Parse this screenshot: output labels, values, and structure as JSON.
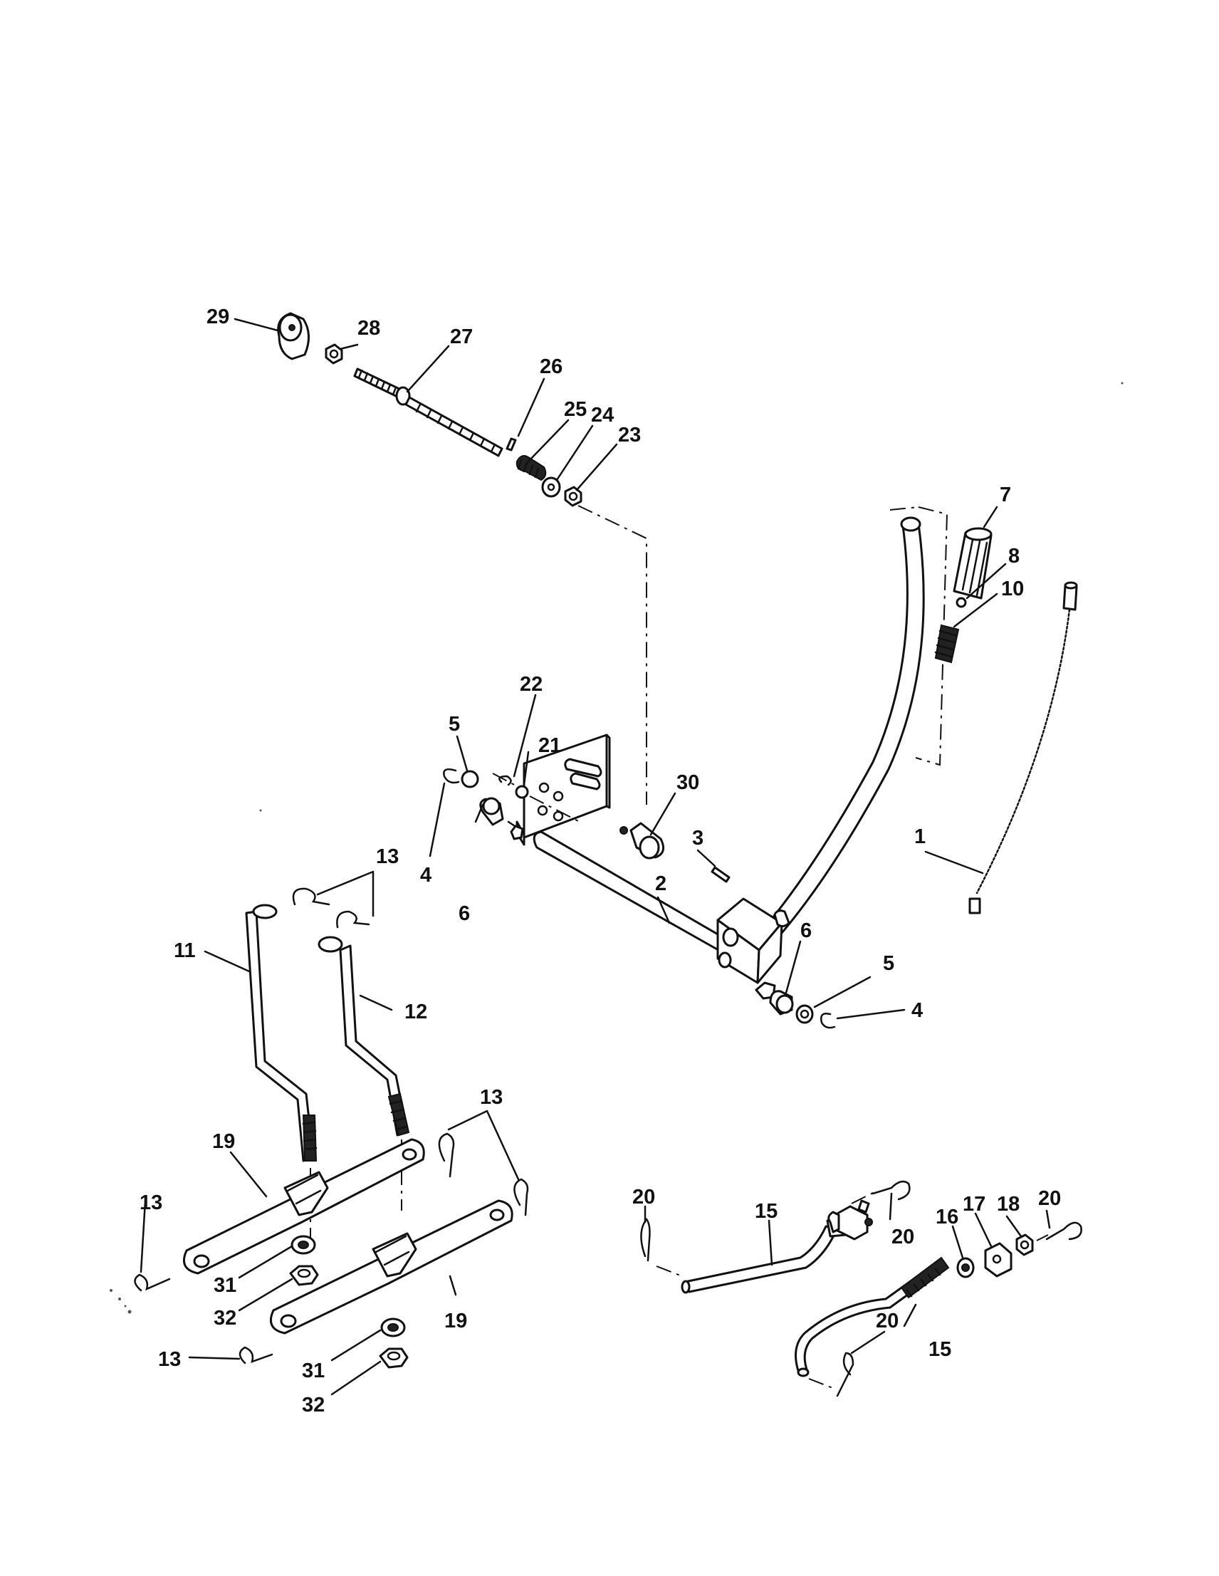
{
  "callouts": [
    {
      "key": "c29a",
      "text": "29"
    },
    {
      "key": "c28",
      "text": "28"
    },
    {
      "key": "c27",
      "text": "27"
    },
    {
      "key": "c26",
      "text": "26"
    },
    {
      "key": "c25",
      "text": "25"
    },
    {
      "key": "c24",
      "text": "24"
    },
    {
      "key": "c23",
      "text": "23"
    },
    {
      "key": "c7",
      "text": "7"
    },
    {
      "key": "c8",
      "text": "8"
    },
    {
      "key": "c10",
      "text": "10"
    },
    {
      "key": "c22",
      "text": "22"
    },
    {
      "key": "c21",
      "text": "21"
    },
    {
      "key": "c5a",
      "text": "5"
    },
    {
      "key": "c30",
      "text": "30"
    },
    {
      "key": "c3",
      "text": "3"
    },
    {
      "key": "c1",
      "text": "1"
    },
    {
      "key": "c13a",
      "text": "13"
    },
    {
      "key": "c4a",
      "text": "4"
    },
    {
      "key": "c6a",
      "text": "6"
    },
    {
      "key": "c2",
      "text": "2"
    },
    {
      "key": "c11",
      "text": "11"
    },
    {
      "key": "c12",
      "text": "12"
    },
    {
      "key": "c6b",
      "text": "6"
    },
    {
      "key": "c5b",
      "text": "5"
    },
    {
      "key": "c4b",
      "text": "4"
    },
    {
      "key": "c13b",
      "text": "13"
    },
    {
      "key": "c19a",
      "text": "19"
    },
    {
      "key": "c13c",
      "text": "13"
    },
    {
      "key": "c31a",
      "text": "31"
    },
    {
      "key": "c32a",
      "text": "32"
    },
    {
      "key": "c19b",
      "text": "19"
    },
    {
      "key": "c13d",
      "text": "13"
    },
    {
      "key": "c31b",
      "text": "31"
    },
    {
      "key": "c32b",
      "text": "32"
    },
    {
      "key": "c20a",
      "text": "20"
    },
    {
      "key": "c15a",
      "text": "15"
    },
    {
      "key": "c20b",
      "text": "20"
    },
    {
      "key": "c16",
      "text": "16"
    },
    {
      "key": "c17",
      "text": "17"
    },
    {
      "key": "c18",
      "text": "18"
    },
    {
      "key": "c20c",
      "text": "20"
    },
    {
      "key": "c20d",
      "text": "20"
    },
    {
      "key": "c15b",
      "text": "15"
    }
  ]
}
